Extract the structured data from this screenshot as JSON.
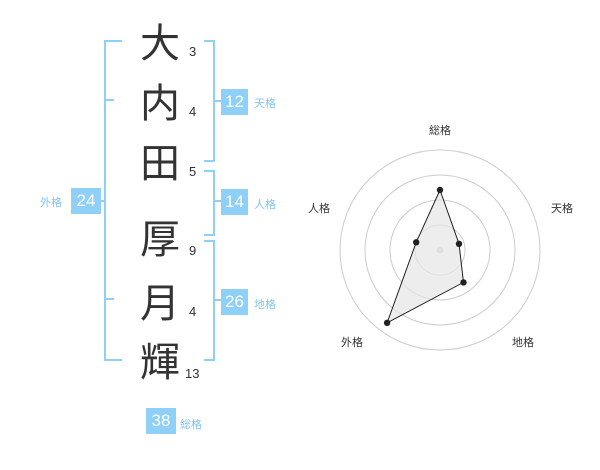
{
  "name": {
    "chars": [
      "大",
      "内",
      "田",
      "厚",
      "月",
      "輝"
    ],
    "strokes": [
      "3",
      "4",
      "5",
      "9",
      "4",
      "13"
    ]
  },
  "kakusu": {
    "tenkaku": {
      "value": "12",
      "label": "天格"
    },
    "jinkaku": {
      "value": "14",
      "label": "人格"
    },
    "chikaku": {
      "value": "26",
      "label": "地格"
    },
    "gaikaku": {
      "value": "24",
      "label": "外格"
    },
    "soukaku": {
      "value": "38",
      "label": "総格"
    }
  },
  "chart_data": {
    "type": "radar",
    "axes": [
      "総格",
      "天格",
      "地格",
      "外格",
      "人格"
    ],
    "values": [
      0.6,
      0.2,
      0.4,
      0.9,
      0.25
    ],
    "rings": 4,
    "grid": true
  },
  "colors": {
    "accent": "#8fd0f8",
    "label": "#7fc6f4",
    "text": "#333333"
  }
}
